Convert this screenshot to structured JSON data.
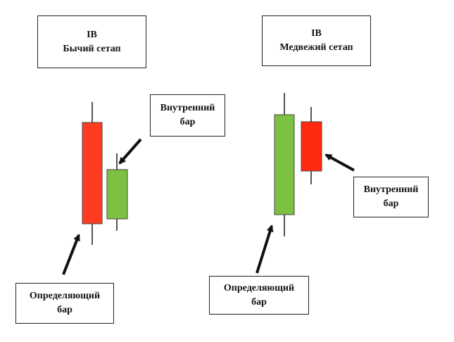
{
  "bull": {
    "title": "IB",
    "subtitle": "Бычий сетап",
    "inside_bar_label": [
      "Внутренний",
      "бар"
    ],
    "mother_bar_label": [
      "Определяющий",
      "бар"
    ]
  },
  "bear": {
    "title": "IB",
    "subtitle": "Медвежий сетап",
    "inside_bar_label": [
      "Внутренний",
      "бар"
    ],
    "mother_bar_label": [
      "Определяющий",
      "бар"
    ]
  },
  "colors": {
    "bull_candle": "#ff3b22",
    "bear_candle": "#7cc142",
    "red_inside": "#ff2a10",
    "green_inside": "#7cc142",
    "wick": "#555555",
    "arrow": "#111111"
  }
}
